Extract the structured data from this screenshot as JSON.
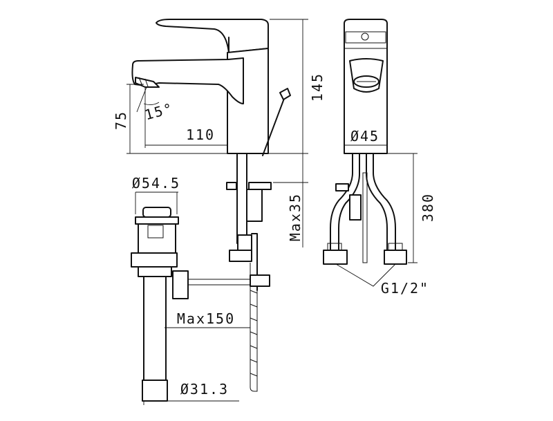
{
  "dimensions": {
    "height_total": "145",
    "spout_height": "75",
    "spout_reach": "110",
    "spout_angle": "15°",
    "body_diameter": "Ø45",
    "drain_diameter": "Ø54.5",
    "max_thickness": "Max35",
    "hose_length": "380",
    "max_drain_offset": "Max150",
    "tail_diameter": "Ø31.3",
    "connection_thread": "G1/2\""
  },
  "colors": {
    "line": "#111111",
    "background": "#ffffff"
  }
}
